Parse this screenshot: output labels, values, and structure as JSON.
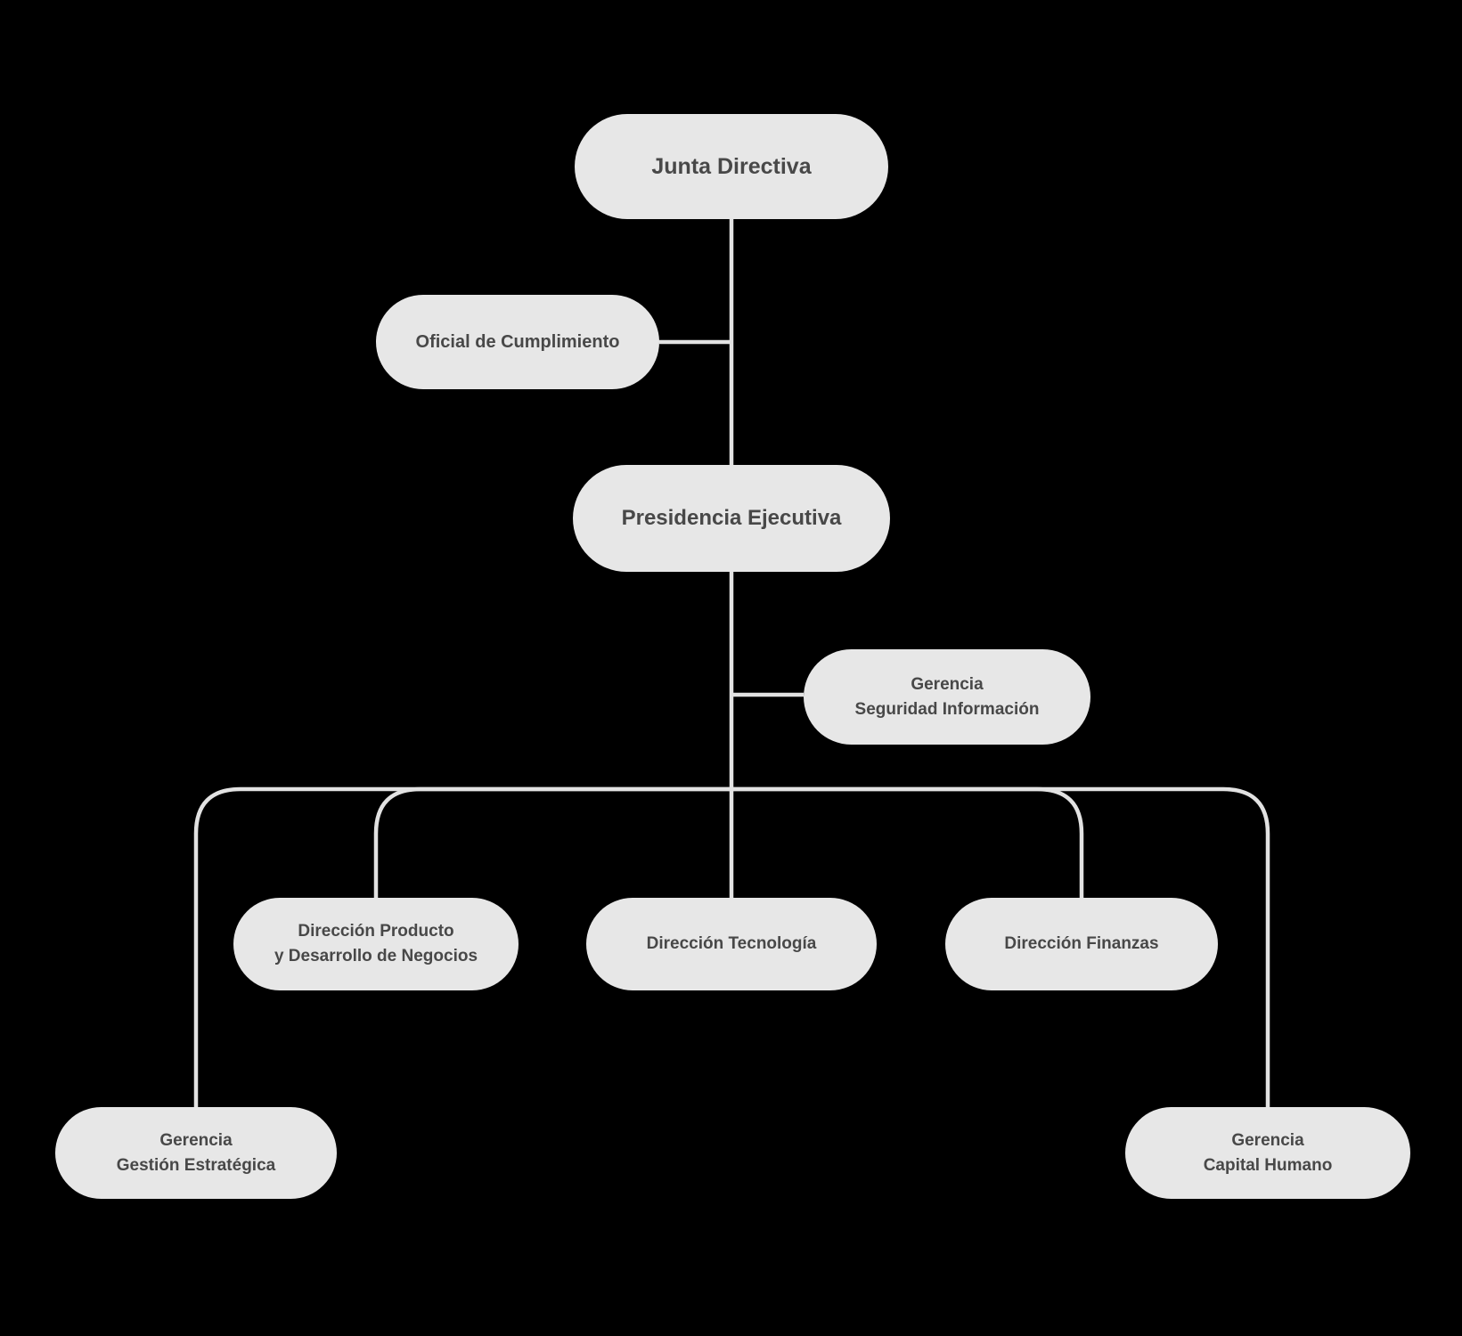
{
  "diagram": {
    "type": "org-chart",
    "colors": {
      "background": "#000000",
      "node_fill": "#e7e7e7",
      "node_text": "#484848",
      "connector_line": "#e2e2e2"
    },
    "nodes": {
      "junta_directiva": {
        "label": "Junta Directiva"
      },
      "oficial_cumplimiento": {
        "label": "Oficial de Cumplimiento"
      },
      "presidencia_ejecutiva": {
        "label": "Presidencia Ejecutiva"
      },
      "gerencia_seguridad": {
        "line1": "Gerencia",
        "line2": "Seguridad Información"
      },
      "direccion_producto": {
        "line1": "Dirección Producto",
        "line2": "y Desarrollo de Negocios"
      },
      "direccion_tecnologia": {
        "label": "Dirección Tecnología"
      },
      "direccion_finanzas": {
        "label": "Dirección Finanzas"
      },
      "gerencia_gestion_estrategica": {
        "line1": "Gerencia",
        "line2": "Gestión Estratégica"
      },
      "gerencia_capital_humano": {
        "line1": "Gerencia",
        "line2": "Capital Humano"
      }
    }
  }
}
